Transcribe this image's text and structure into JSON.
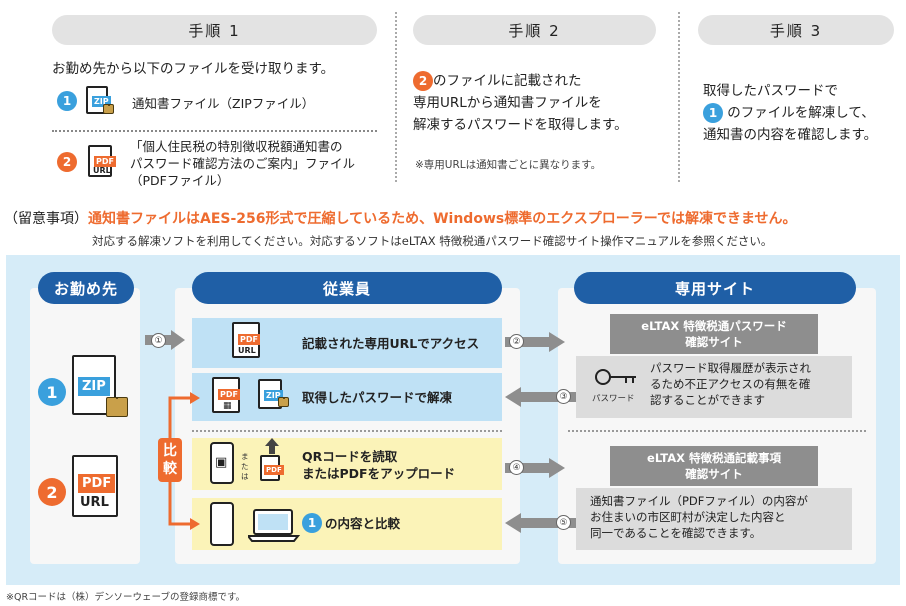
{
  "steps": [
    {
      "label": "手順 1"
    },
    {
      "label": "手順 2"
    },
    {
      "label": "手順 3"
    }
  ],
  "step1": {
    "intro": "お勤め先から以下のファイルを受け取ります。",
    "item1_num": "1",
    "item1_text": "通知書ファイル（ZIPファイル）",
    "item2_num": "2",
    "item2_line1": "「個人住民税の特別徴収税額通知書の",
    "item2_line2": "パスワード確認方法のご案内」ファイル",
    "item2_line3": "（PDFファイル）"
  },
  "step2": {
    "num": "2",
    "line1": "のファイルに記載された",
    "line2": "専用URLから通知書ファイルを",
    "line3": "解凍するパスワードを取得します。",
    "note": "※専用URLは通知書ごとに異なります。"
  },
  "step3": {
    "line1": "取得したパスワードで",
    "num": "1",
    "line2": "のファイルを解凍して、",
    "line3": "通知書の内容を確認します。"
  },
  "notice": {
    "prefix": "（留意事項）",
    "warning": "通知書ファイルはAES-256形式で圧縮しているため、Windows標準のエクスプローラーでは解凍できません。",
    "sub": "対応する解凍ソフトを利用してください。対応するソフトはeLTAX 特徴税通パスワード確認サイト操作マニュアルを参照ください。"
  },
  "flow": {
    "employer_header": "お勤め先",
    "employee_header": "従業員",
    "site_header": "専用サイト",
    "employer_item1_num": "1",
    "employer_item2_num": "2",
    "icons": {
      "zip": "ZIP",
      "pdf": "PDF",
      "url": "URL",
      "password_label": "パスワード",
      "or_label": "または"
    },
    "row1": "記載された専用URLでアクセス",
    "row2": "取得したパスワードで解凍",
    "row3_line1": "QRコードを読取",
    "row3_line2": "またはPDFをアップロード",
    "row4_num": "1",
    "row4": "の内容と比較",
    "compare": [
      "比",
      "較"
    ],
    "arrows": [
      "①",
      "②",
      "③",
      "④",
      "⑤"
    ],
    "site1_title_line1": "eLTAX 特徴税通パスワード",
    "site1_title_line2": "確認サイト",
    "site1_desc_line1": "パスワード取得履歴が表示され",
    "site1_desc_line2": "るため不正アクセスの有無を確",
    "site1_desc_line3": "認することができます",
    "site2_title_line1": "eLTAX 特徴税通記載事項",
    "site2_title_line2": "確認サイト",
    "site2_desc_line1": "通知書ファイル（PDFファイル）の内容が",
    "site2_desc_line2": "お住まいの市区町村が決定した内容と",
    "site2_desc_line3": "同一であることを確認できます。"
  },
  "footnote": "※QRコードは（株）デンソーウェーブの登録商標です。",
  "colors": {
    "accent_orange": "#ee6b2f",
    "accent_blue": "#3aa0dd",
    "header_navy": "#1f5fa6",
    "flow_bg": "#d6ecf8"
  }
}
